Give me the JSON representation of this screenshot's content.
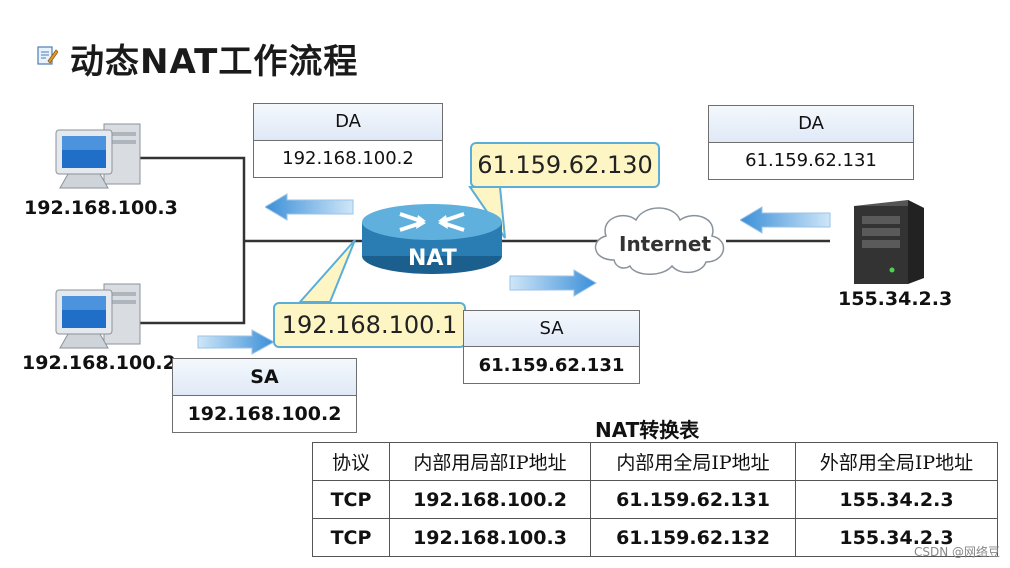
{
  "title": "动态NAT工作流程",
  "hosts": {
    "pc_top": "192.168.100.3",
    "pc_bottom": "192.168.100.2",
    "server": "155.34.2.3"
  },
  "router_label": "NAT",
  "cloud_label": "Internet",
  "callouts": {
    "public_ip": "61.159.62.130",
    "private_ip": "192.168.100.1"
  },
  "packets": {
    "left_da": {
      "header": "DA",
      "value": "192.168.100.2"
    },
    "right_da": {
      "header": "DA",
      "value": "61.159.62.131"
    },
    "middle_sa": {
      "header": "SA",
      "value": "61.159.62.131"
    },
    "left_sa": {
      "header": "SA",
      "value": "192.168.100.2"
    }
  },
  "nat_table": {
    "title": "NAT转换表",
    "headers": [
      "协议",
      "内部用局部IP地址",
      "内部用全局IP地址",
      "外部用全局IP地址"
    ],
    "rows": [
      [
        "TCP",
        "192.168.100.2",
        "61.159.62.131",
        "155.34.2.3"
      ],
      [
        "TCP",
        "192.168.100.3",
        "61.159.62.132",
        "155.34.2.3"
      ]
    ]
  },
  "watermark": "CSDN @网络豆"
}
